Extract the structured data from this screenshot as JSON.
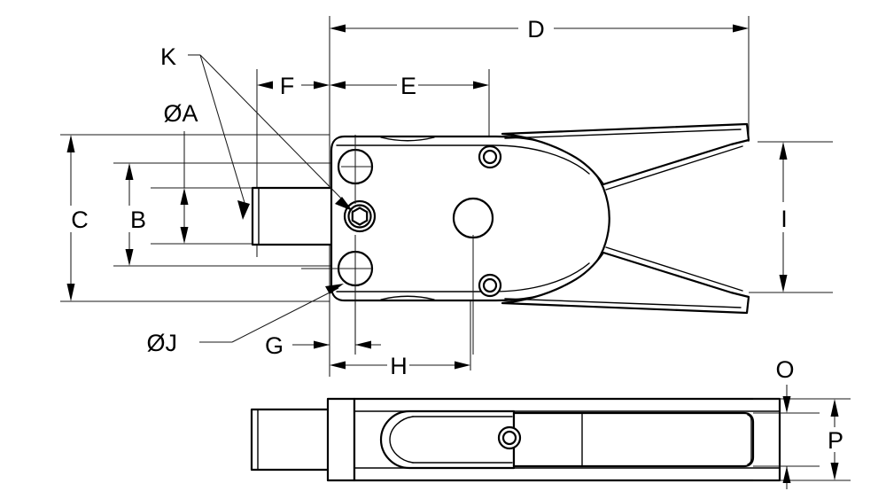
{
  "drawing": {
    "title": "Clamp assembly dimensioned engineering drawing",
    "views": [
      {
        "name": "top-view",
        "label": ""
      },
      {
        "name": "side-view",
        "label": ""
      }
    ],
    "stroke_color": "#000000",
    "background_color": "#ffffff",
    "dimension_labels": [
      {
        "id": "A",
        "label": "ØA",
        "orientation": "vertical",
        "view": "top-view"
      },
      {
        "id": "B",
        "label": "B",
        "orientation": "vertical",
        "view": "top-view"
      },
      {
        "id": "C",
        "label": "C",
        "orientation": "vertical",
        "view": "top-view"
      },
      {
        "id": "D",
        "label": "D",
        "orientation": "horizontal",
        "view": "top-view"
      },
      {
        "id": "E",
        "label": "E",
        "orientation": "horizontal",
        "view": "top-view"
      },
      {
        "id": "F",
        "label": "F",
        "orientation": "horizontal",
        "view": "top-view"
      },
      {
        "id": "G",
        "label": "G",
        "orientation": "horizontal",
        "view": "top-view"
      },
      {
        "id": "H",
        "label": "H",
        "orientation": "horizontal",
        "view": "top-view"
      },
      {
        "id": "I",
        "label": "I",
        "orientation": "vertical",
        "view": "top-view"
      },
      {
        "id": "J",
        "label": "ØJ",
        "orientation": "leader",
        "view": "top-view"
      },
      {
        "id": "K",
        "label": "K",
        "orientation": "leader",
        "view": "top-view"
      },
      {
        "id": "O",
        "label": "O",
        "orientation": "vertical",
        "view": "side-view"
      },
      {
        "id": "P",
        "label": "P",
        "orientation": "vertical",
        "view": "side-view"
      }
    ],
    "features": [
      {
        "name": "mounting-hole-upper",
        "type": "circle"
      },
      {
        "name": "mounting-hole-lower",
        "type": "circle"
      },
      {
        "name": "hex-socket-screw-front",
        "type": "hex-socket"
      },
      {
        "name": "pivot-hole-center",
        "type": "circle"
      },
      {
        "name": "rivet-pin-upper",
        "type": "rivet"
      },
      {
        "name": "rivet-pin-lower",
        "type": "rivet"
      },
      {
        "name": "plunger-shaft",
        "type": "rectangle"
      },
      {
        "name": "upper-jaw",
        "type": "tapered-arm"
      },
      {
        "name": "lower-jaw",
        "type": "tapered-arm"
      },
      {
        "name": "side-view-handle",
        "type": "rectangle"
      },
      {
        "name": "side-view-rivet",
        "type": "rivet"
      }
    ]
  }
}
